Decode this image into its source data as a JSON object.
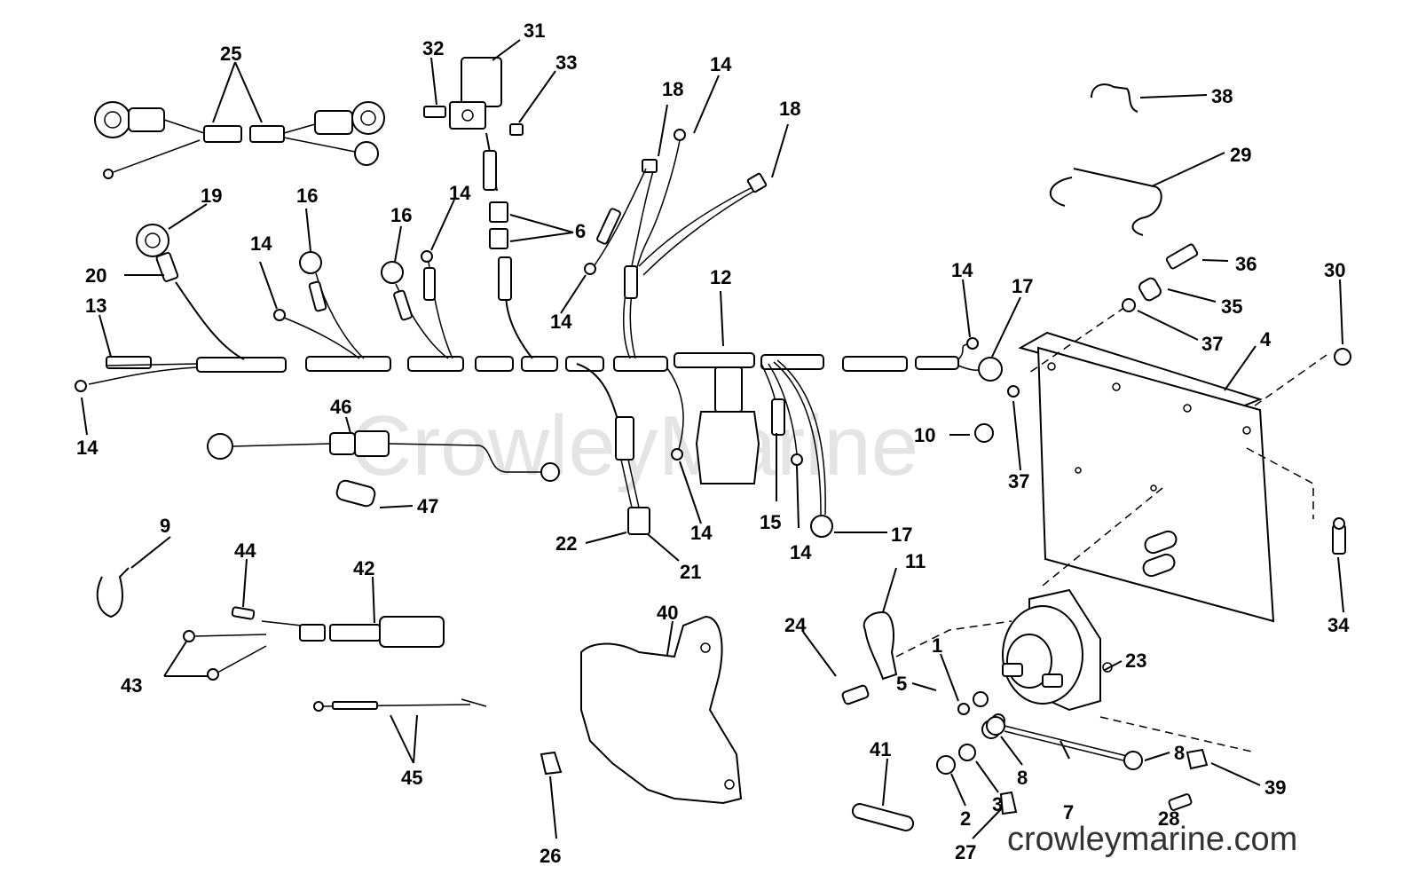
{
  "watermark": "CrowleyMarine",
  "site": "crowleymarine.com",
  "labels": [
    {
      "id": "1",
      "t": "1"
    },
    {
      "id": "2",
      "t": "2"
    },
    {
      "id": "3",
      "t": "3"
    },
    {
      "id": "4",
      "t": "4"
    },
    {
      "id": "5",
      "t": "5"
    },
    {
      "id": "6",
      "t": "6"
    },
    {
      "id": "7",
      "t": "7"
    },
    {
      "id": "8a",
      "t": "8"
    },
    {
      "id": "8b",
      "t": "8"
    },
    {
      "id": "9",
      "t": "9"
    },
    {
      "id": "10",
      "t": "10"
    },
    {
      "id": "11",
      "t": "11"
    },
    {
      "id": "12",
      "t": "12"
    },
    {
      "id": "13",
      "t": "13"
    },
    {
      "id": "14a",
      "t": "14"
    },
    {
      "id": "14b",
      "t": "14"
    },
    {
      "id": "14c",
      "t": "14"
    },
    {
      "id": "14d",
      "t": "14"
    },
    {
      "id": "14e",
      "t": "14"
    },
    {
      "id": "14f",
      "t": "14"
    },
    {
      "id": "14g",
      "t": "14"
    },
    {
      "id": "14h",
      "t": "14"
    },
    {
      "id": "15",
      "t": "15"
    },
    {
      "id": "16a",
      "t": "16"
    },
    {
      "id": "16b",
      "t": "16"
    },
    {
      "id": "17a",
      "t": "17"
    },
    {
      "id": "17b",
      "t": "17"
    },
    {
      "id": "18a",
      "t": "18"
    },
    {
      "id": "18b",
      "t": "18"
    },
    {
      "id": "19",
      "t": "19"
    },
    {
      "id": "20",
      "t": "20"
    },
    {
      "id": "21",
      "t": "21"
    },
    {
      "id": "22",
      "t": "22"
    },
    {
      "id": "23",
      "t": "23"
    },
    {
      "id": "24",
      "t": "24"
    },
    {
      "id": "25",
      "t": "25"
    },
    {
      "id": "26",
      "t": "26"
    },
    {
      "id": "27",
      "t": "27"
    },
    {
      "id": "28",
      "t": "28"
    },
    {
      "id": "29",
      "t": "29"
    },
    {
      "id": "30",
      "t": "30"
    },
    {
      "id": "31",
      "t": "31"
    },
    {
      "id": "32",
      "t": "32"
    },
    {
      "id": "33",
      "t": "33"
    },
    {
      "id": "34",
      "t": "34"
    },
    {
      "id": "35",
      "t": "35"
    },
    {
      "id": "36",
      "t": "36"
    },
    {
      "id": "37a",
      "t": "37"
    },
    {
      "id": "37b",
      "t": "37"
    },
    {
      "id": "38",
      "t": "38"
    },
    {
      "id": "39",
      "t": "39"
    },
    {
      "id": "40",
      "t": "40"
    },
    {
      "id": "41",
      "t": "41"
    },
    {
      "id": "42",
      "t": "42"
    },
    {
      "id": "43",
      "t": "43"
    },
    {
      "id": "44",
      "t": "44"
    },
    {
      "id": "45",
      "t": "45"
    },
    {
      "id": "46",
      "t": "46"
    },
    {
      "id": "47",
      "t": "47"
    }
  ]
}
